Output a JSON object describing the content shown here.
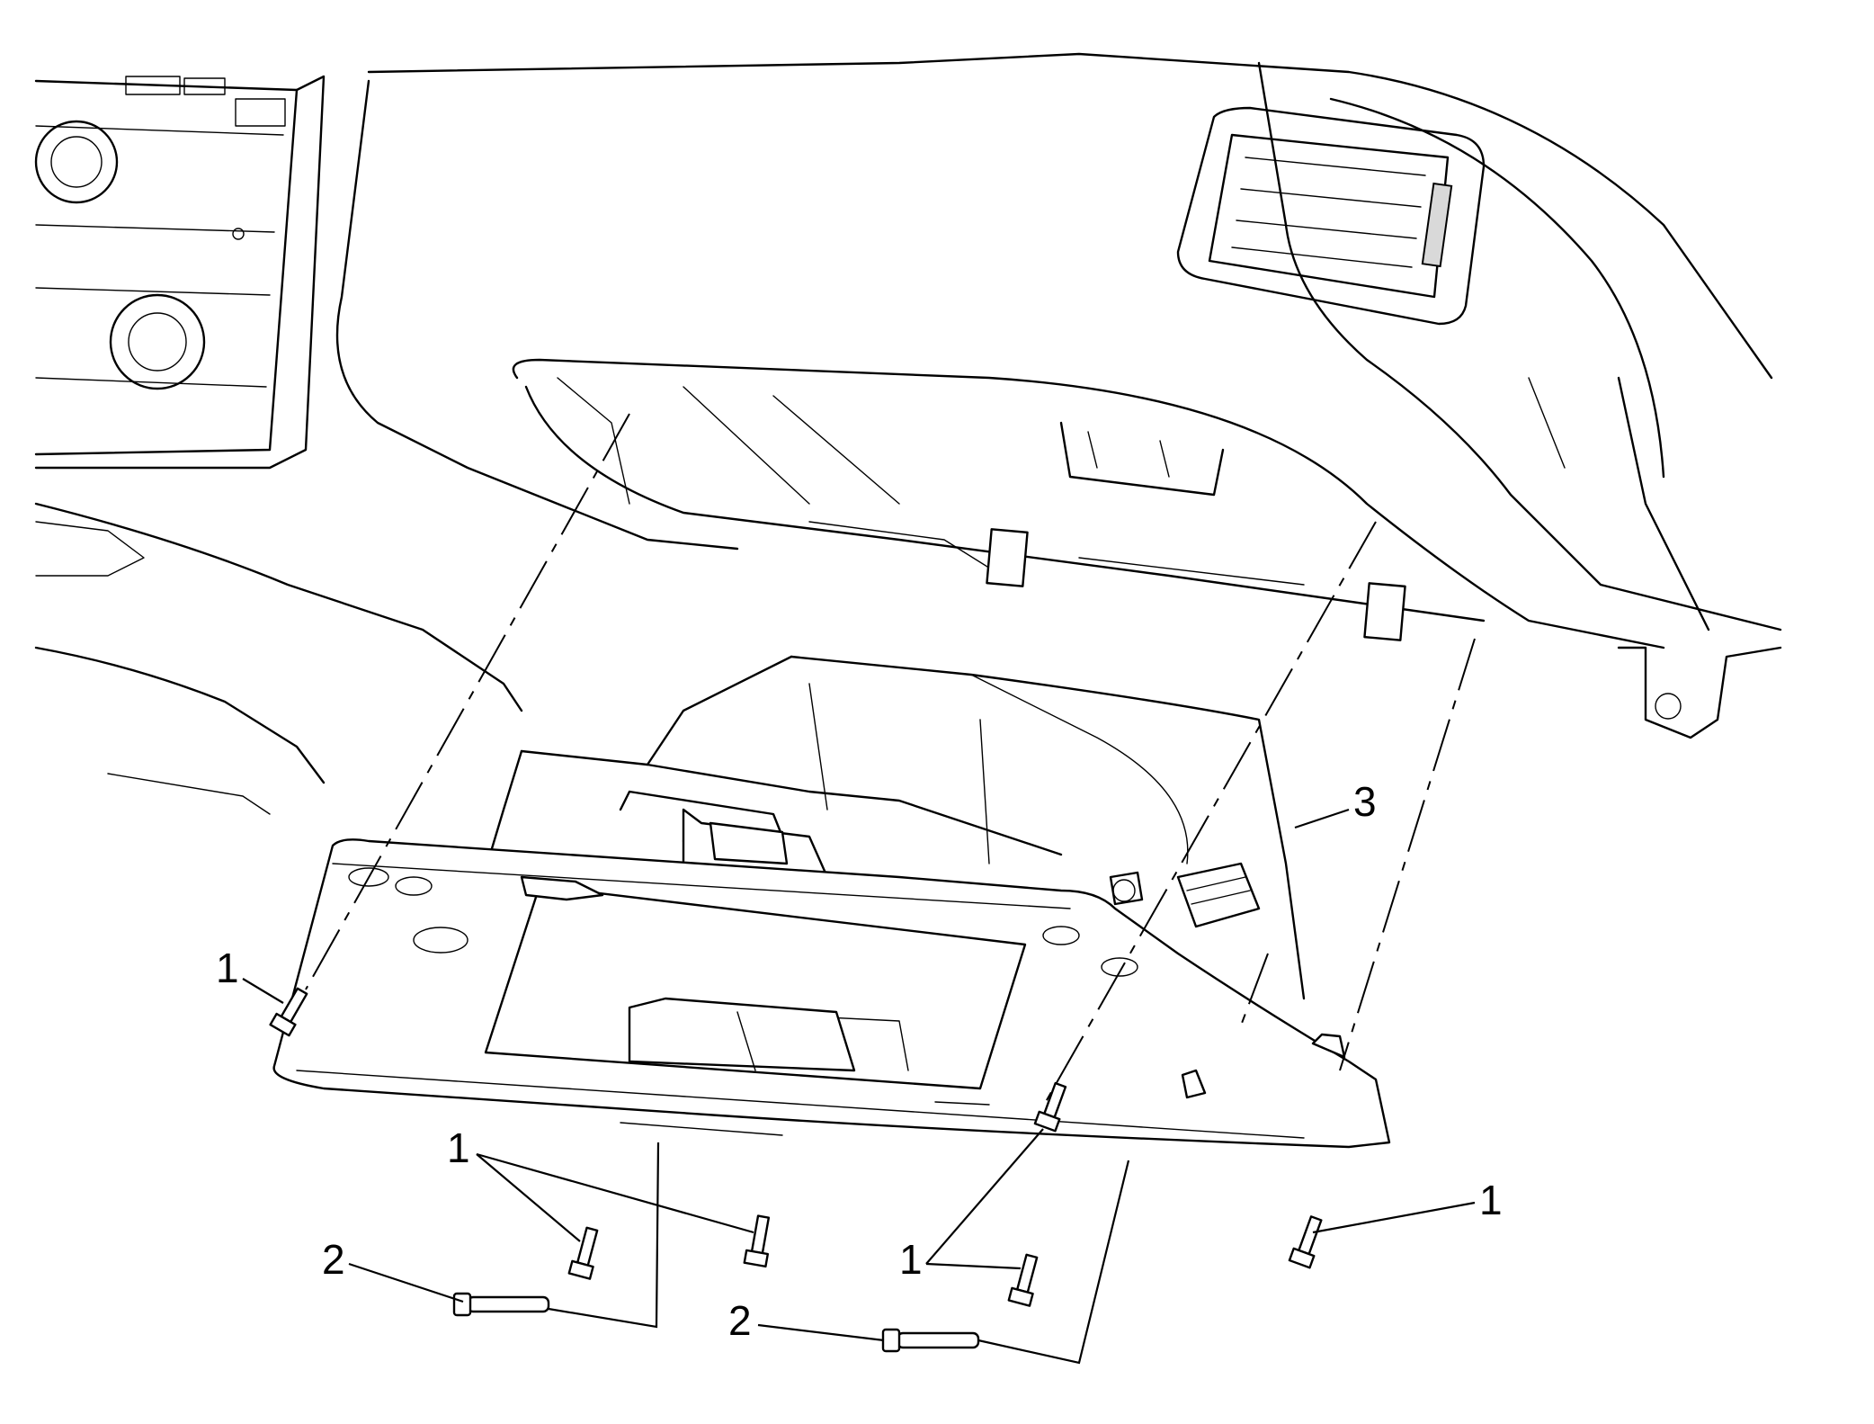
{
  "callouts": {
    "screw_label": "1",
    "pin_label": "2",
    "compartment_label": "3"
  },
  "colors": {
    "line": "#000000",
    "background": "#ffffff",
    "shade": "#d9d9d9"
  }
}
